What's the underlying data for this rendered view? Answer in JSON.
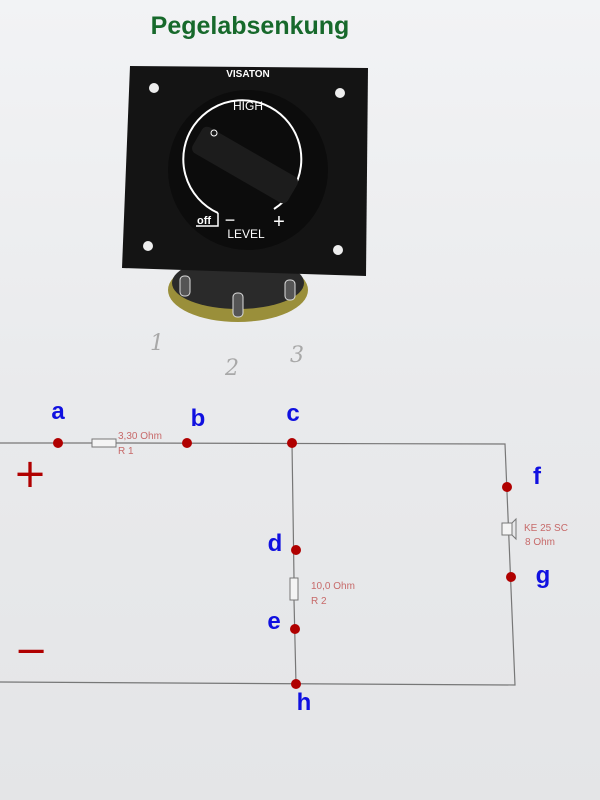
{
  "title": "Pegelabsenkung",
  "device": {
    "brand": "VISATON",
    "top_label": "HIGH",
    "bottom_label": "LEVEL",
    "off_label": "off",
    "minus_label": "−",
    "plus_label": "+",
    "terminal_numbers": [
      "1",
      "2",
      "3"
    ]
  },
  "circuit": {
    "nodes": [
      "a",
      "b",
      "c",
      "d",
      "e",
      "f",
      "g",
      "h"
    ],
    "polarity": {
      "plus": "+",
      "minus": "−"
    },
    "r1": {
      "value": "3,30 Ohm",
      "name": "R 1"
    },
    "r2": {
      "value": "10,0 Ohm",
      "name": "R 2"
    },
    "speaker": {
      "model": "KE 25 SC",
      "impedance": "8 Ohm"
    }
  },
  "colors": {
    "title": "#17692b",
    "node_label": "#1010e0",
    "node_dot": "#b00000",
    "component_label": "#c76a6a"
  }
}
